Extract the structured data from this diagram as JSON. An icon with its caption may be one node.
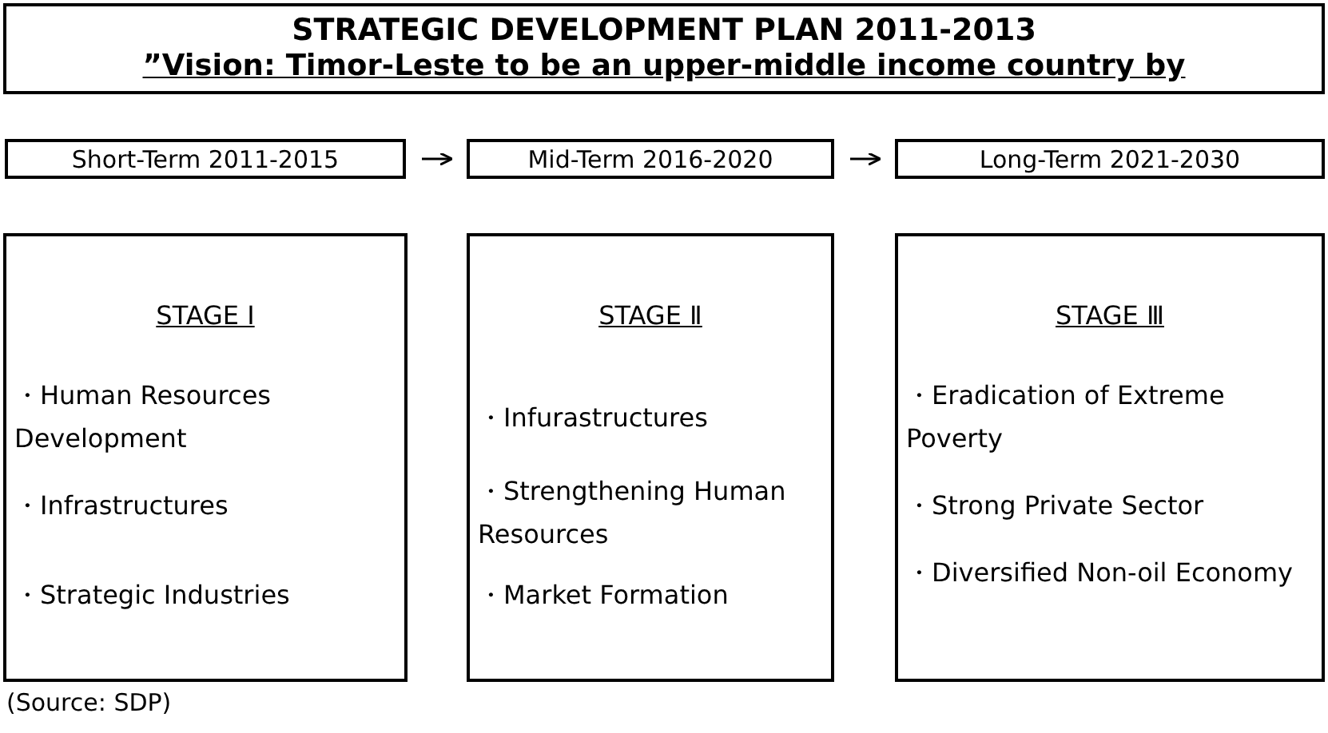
{
  "diagram": {
    "nodes": [
      {
        "text": [
          "STRATEGIC DEVELOPMENT PLAN 2011-2013",
          "”Vision: Timor-Leste to be an upper-middle income country by"
        ]
      },
      {
        "text": [
          "Short-Term 2011-2015"
        ]
      },
      {
        "text": [
          "Mid-Term 2016-2020"
        ]
      },
      {
        "text": [
          "Long-Term 2021-2030"
        ]
      },
      {
        "text": [
          "STAGE Ⅰ",
          "・Human Resources Development",
          "・Infrastructures",
          "・Strategic Industries"
        ]
      },
      {
        "text": [
          "STAGE Ⅱ",
          "・Infurastructures",
          "・Strengthening Human Resources",
          "・Market Formation"
        ]
      },
      {
        "text": [
          "STAGE Ⅲ",
          "・Eradication of Extreme Poverty",
          "・Strong Private Sector",
          "・Diversified Non-oil Economy"
        ]
      }
    ],
    "edges": [
      {
        "from": 1,
        "to": 2,
        "arrow": "to"
      },
      {
        "from": 2,
        "to": 3,
        "arrow": "to"
      }
    ],
    "labels": [
      "(Source: SDP)"
    ]
  }
}
